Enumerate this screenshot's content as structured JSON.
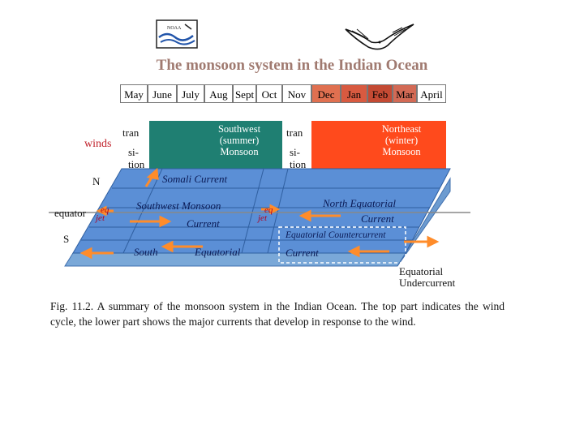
{
  "title": "The monsoon system in the Indian Ocean",
  "months": [
    "May",
    "June",
    "July",
    "Aug",
    "Sept",
    "Oct",
    "Nov",
    "Dec",
    "Jan",
    "Feb",
    "Mar",
    "April"
  ],
  "wind_row": {
    "label": "winds",
    "transition_top": "tran",
    "transition_bottom": "si-\ntion",
    "sw_monsoon": [
      "Southwest",
      "(summer)",
      "Monsoon"
    ],
    "ne_monsoon": [
      "Northeast",
      "(winter)",
      "Monsoon"
    ]
  },
  "ocean": {
    "north": "N",
    "equator": "equator",
    "south": "S",
    "somali_current": "Somali Current",
    "sw_monsoon_current_1": "Southwest Monsoon",
    "sw_monsoon_current_2": "Current",
    "south_equatorial_1": "South",
    "south_equatorial_2": "Equatorial",
    "eq_jet": [
      "eq",
      "jet"
    ],
    "north_equatorial_1": "North Equatorial",
    "north_equatorial_2": "Current",
    "equatorial_countercurrent": "Equatorial Countercurrent",
    "current": "Current",
    "equatorial_undercurrent": [
      "Equatorial",
      "Undercurrent"
    ]
  },
  "caption": "Fig. 11.2. A summary of the monsoon system in the Indian Ocean. The top part indicates the wind cycle, the lower part shows the major currents that develop in response to the wind.",
  "colors": {
    "sw_monsoon": "#1f7f72",
    "ne_monsoon": "#ff4a1c",
    "ocean": "#5b8fd6",
    "arrow": "#ff8c2a",
    "title": "#a07a70"
  }
}
